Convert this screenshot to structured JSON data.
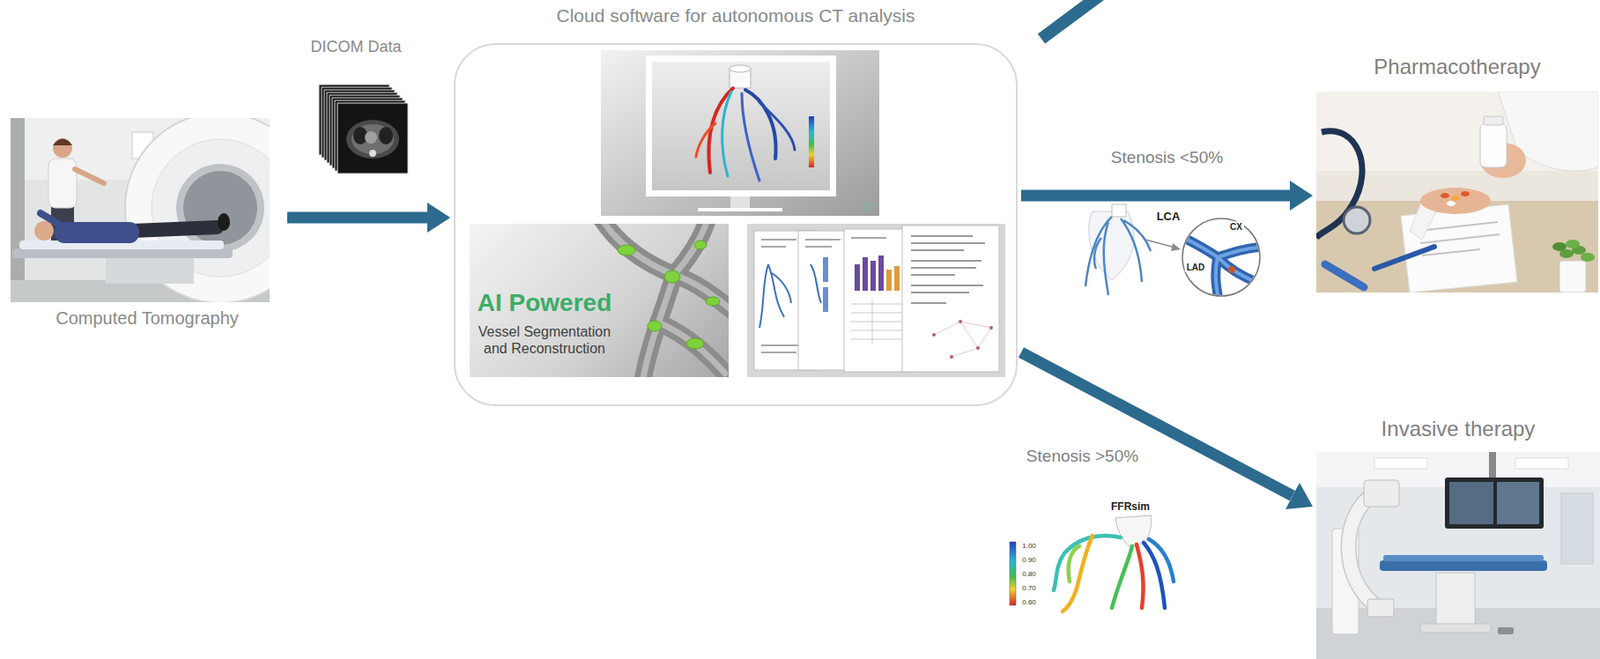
{
  "diagram": {
    "nodes": [
      {
        "text": [
          "Computed Tomography"
        ]
      },
      {
        "text": [
          "Cloud software for autonomous CT analysis"
        ]
      },
      {
        "text": [
          "AI Powered",
          "Vessel Segmentation and Reconstruction"
        ],
        "in": 1
      },
      {
        "text": [
          "Pharmacotherapy"
        ]
      },
      {
        "text": [
          "Invasive therapy"
        ]
      }
    ],
    "edges": [
      {
        "from": 0,
        "to": 1,
        "arrow": "to"
      },
      {
        "from": 1,
        "to": 3,
        "label": "Stenosis <50%",
        "arrow": "to"
      },
      {
        "from": 1,
        "to": 4,
        "label": "Stenosis >50%",
        "arrow": "to"
      }
    ],
    "labels": [
      "DICOM Data",
      "LCA",
      "CX",
      "LAD",
      "FFRsim",
      "1.00",
      "0.90",
      "0.80",
      "0.70",
      "0.60"
    ]
  }
}
